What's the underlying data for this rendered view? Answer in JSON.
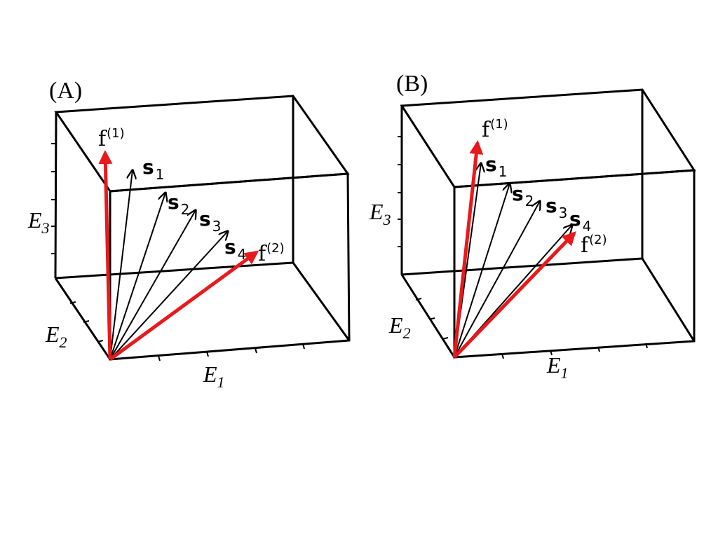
{
  "panels": [
    {
      "id": "A",
      "label": "(A)",
      "axes": {
        "e1": "E",
        "e1_sub": "1",
        "e2": "E",
        "e2_sub": "2",
        "e3": "E",
        "e3_sub": "3"
      },
      "vectors": [
        {
          "name": "s",
          "sub": "1",
          "kind": "s"
        },
        {
          "name": "s",
          "sub": "2",
          "kind": "s"
        },
        {
          "name": "s",
          "sub": "3",
          "kind": "s"
        },
        {
          "name": "s",
          "sub": "4",
          "kind": "s"
        },
        {
          "name": "f",
          "sup": "(1)",
          "kind": "f"
        },
        {
          "name": "f",
          "sup": "(2)",
          "kind": "f"
        }
      ]
    },
    {
      "id": "B",
      "label": "(B)",
      "axes": {
        "e1": "E",
        "e1_sub": "1",
        "e2": "E",
        "e2_sub": "2",
        "e3": "E",
        "e3_sub": "3"
      },
      "vectors": [
        {
          "name": "s",
          "sub": "1",
          "kind": "s"
        },
        {
          "name": "s",
          "sub": "2",
          "kind": "s"
        },
        {
          "name": "s",
          "sub": "3",
          "kind": "s"
        },
        {
          "name": "s",
          "sub": "4",
          "kind": "s"
        },
        {
          "name": "f",
          "sup": "(1)",
          "kind": "f"
        },
        {
          "name": "f",
          "sup": "(2)",
          "kind": "f"
        }
      ]
    }
  ],
  "colors": {
    "box": "#000000",
    "s_vector": "#000000",
    "f_vector": "#e8191c"
  }
}
